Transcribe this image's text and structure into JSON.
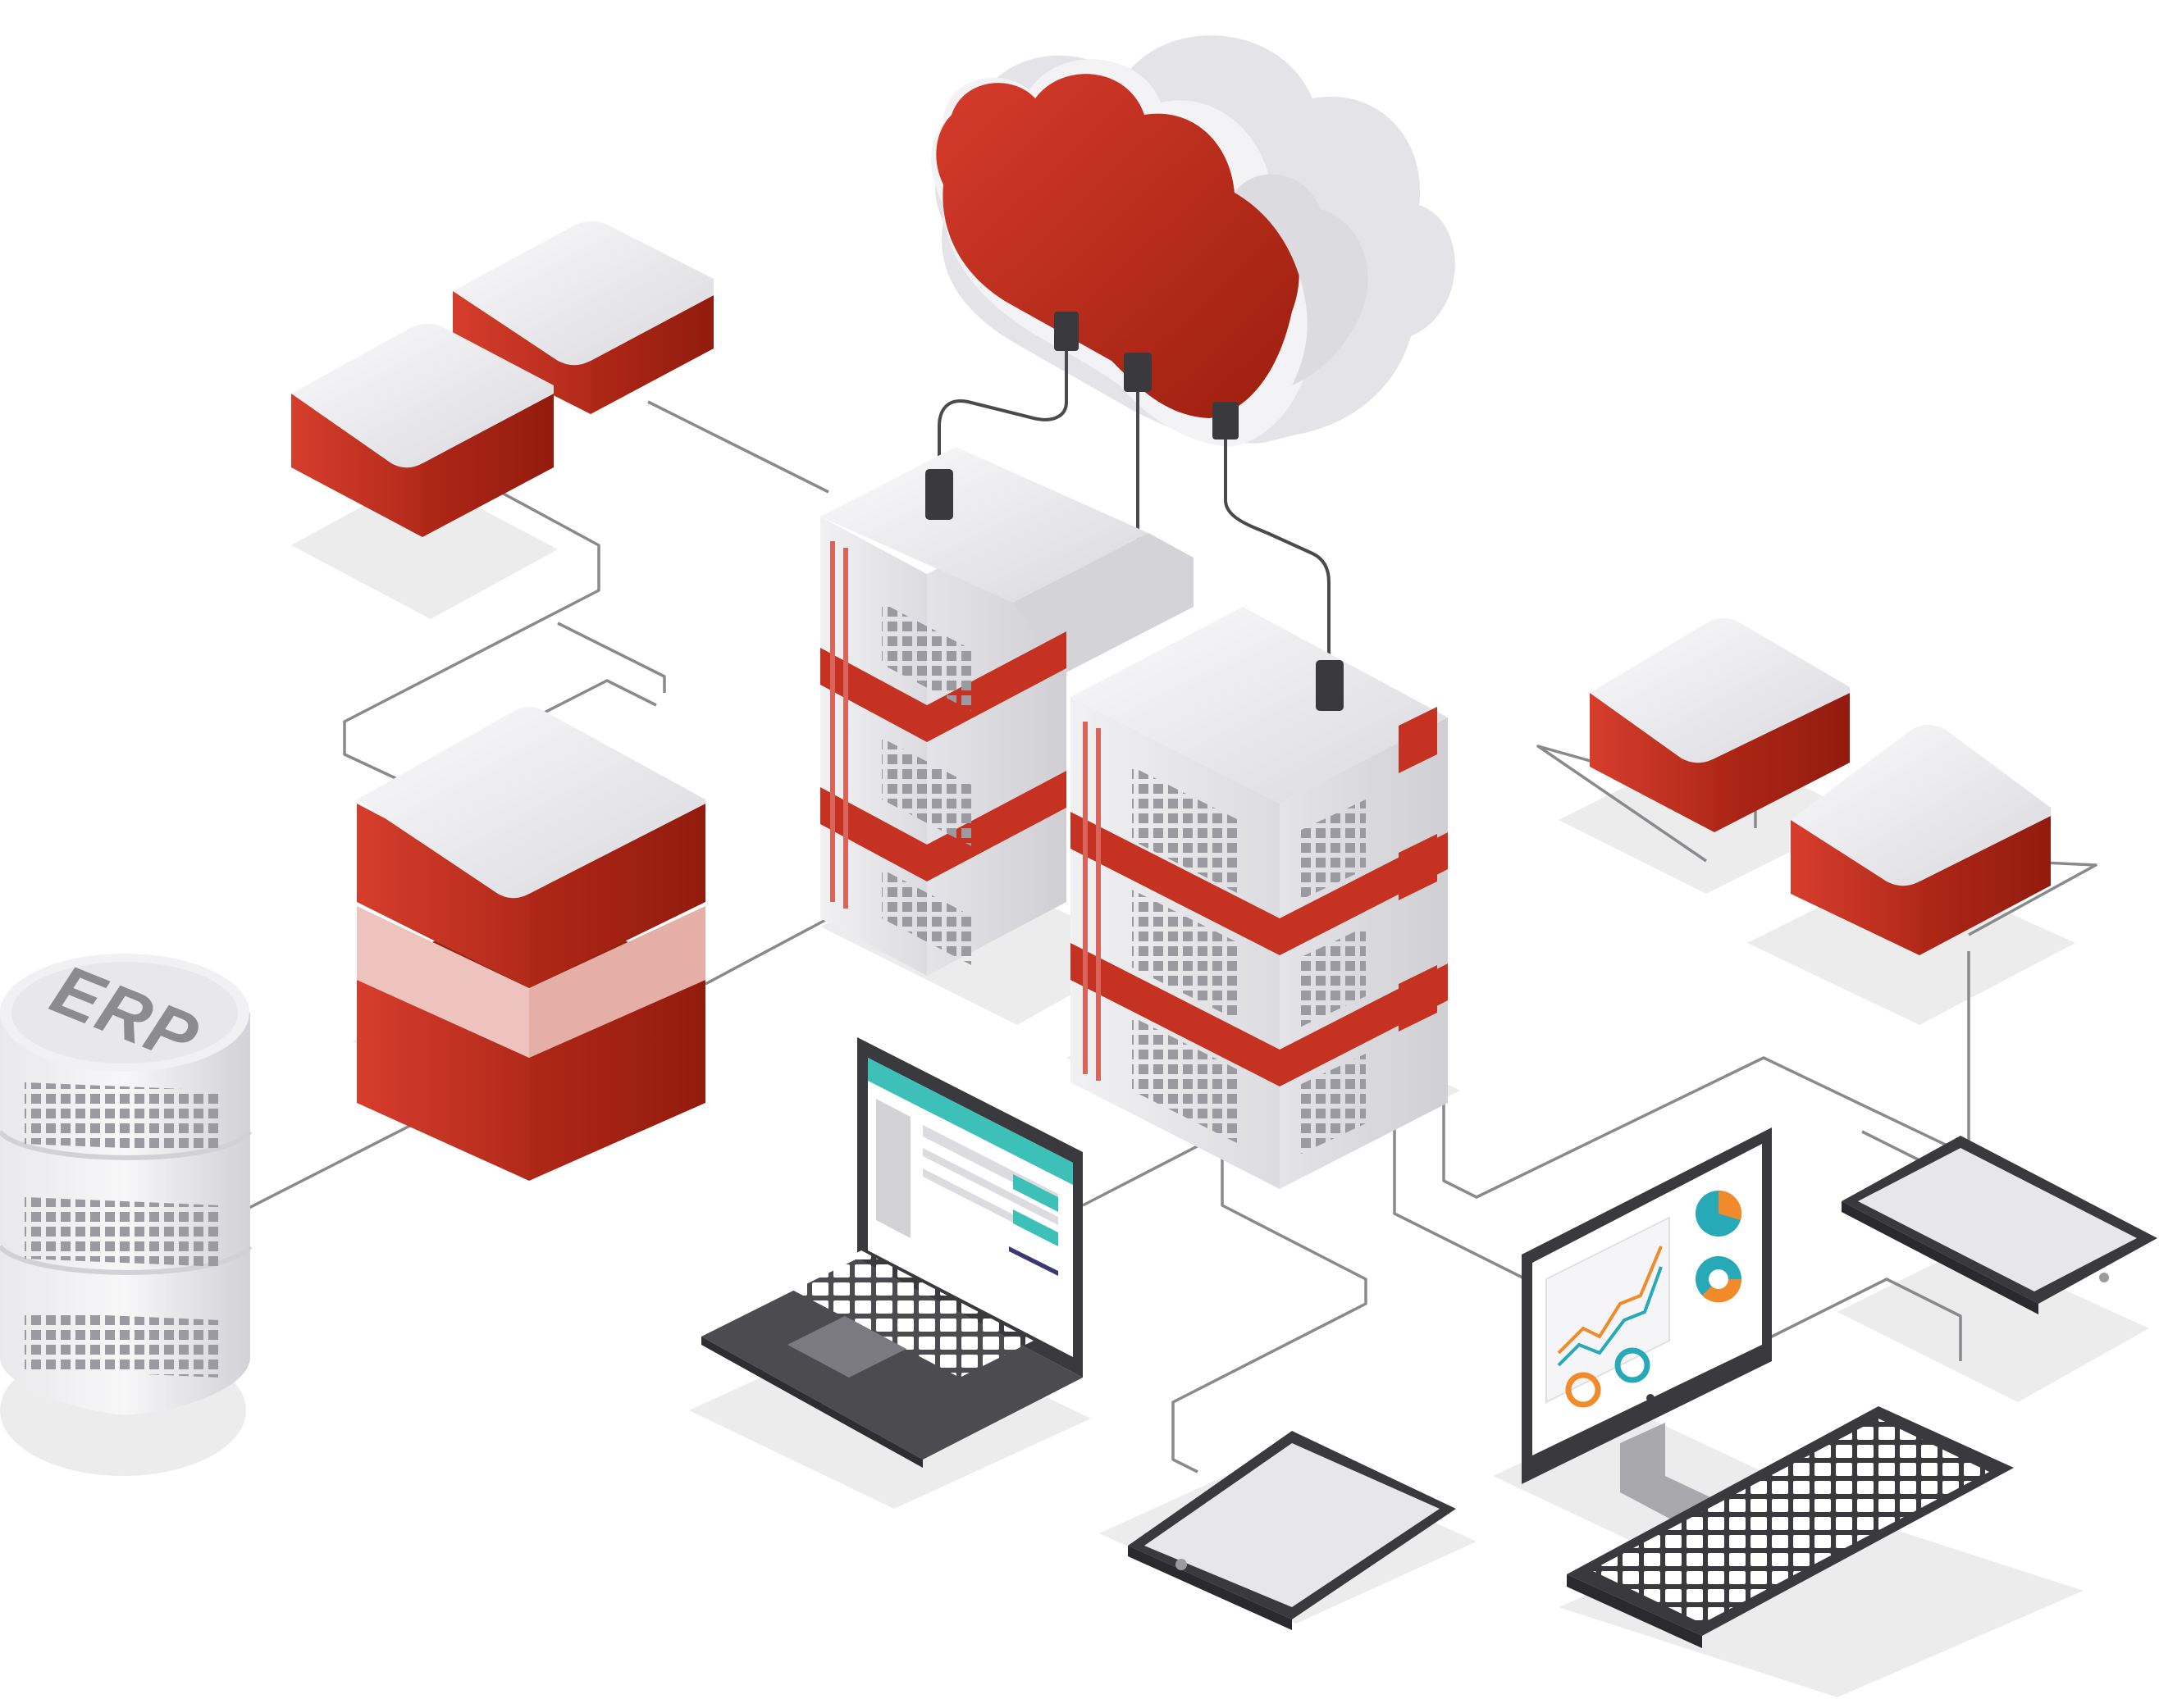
{
  "diagram": {
    "erp_label": "ERP",
    "colors": {
      "accent_red": "#b42a1c",
      "red_light": "#d13b2b",
      "red_dark": "#9a1f10",
      "panel_grey": "#e6e6ea",
      "panel_top": "#f4f4f6",
      "connector": "#8a8a8e",
      "device_dark": "#3a3a3e",
      "screen_teal": "#3cc0b8",
      "chart_orange": "#f08a2a",
      "chart_teal": "#27a9b8",
      "shadow": "#ececec"
    },
    "nodes": [
      {
        "name": "cloud",
        "icon": "cloud-icon"
      },
      {
        "name": "server-rack-back",
        "icon": "server-icon"
      },
      {
        "name": "server-rack-front",
        "icon": "server-icon"
      },
      {
        "name": "erp-database",
        "icon": "database-icon"
      },
      {
        "name": "storage-stack",
        "icon": "storage-icon"
      },
      {
        "name": "module-top-left-a",
        "icon": "module-icon"
      },
      {
        "name": "module-top-left-b",
        "icon": "module-icon"
      },
      {
        "name": "module-right-a",
        "icon": "module-icon"
      },
      {
        "name": "module-right-b",
        "icon": "module-icon"
      },
      {
        "name": "laptop",
        "icon": "laptop-icon"
      },
      {
        "name": "desktop-monitor",
        "icon": "monitor-icon"
      },
      {
        "name": "keyboard",
        "icon": "keyboard-icon"
      },
      {
        "name": "tablet-right",
        "icon": "tablet-icon"
      },
      {
        "name": "tablet-bottom",
        "icon": "tablet-icon"
      }
    ]
  }
}
